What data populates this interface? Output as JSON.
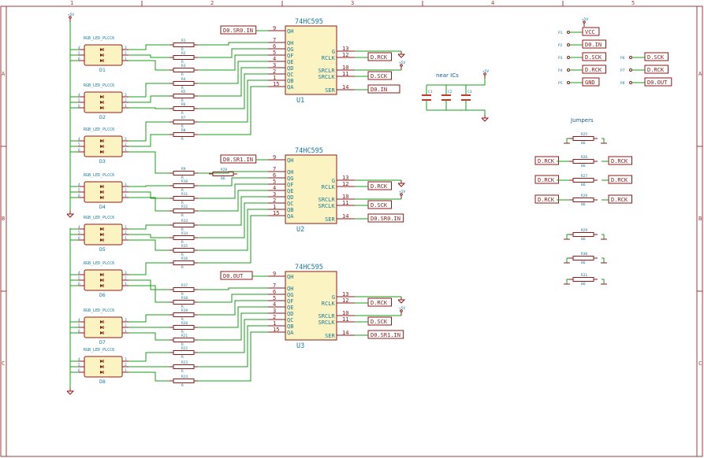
{
  "frame": {
    "columns": [
      "1",
      "2",
      "3",
      "4",
      "5"
    ],
    "rows": [
      "A",
      "B",
      "C"
    ]
  },
  "leds": [
    {
      "ref": "D1",
      "value": "RGB_LED_PLCC6"
    },
    {
      "ref": "D2",
      "value": "RGB_LED_PLCC6"
    },
    {
      "ref": "D3",
      "value": "RGB_LED_PLCC6"
    },
    {
      "ref": "D4",
      "value": "RGB_LED_PLCC6"
    },
    {
      "ref": "D5",
      "value": "RGB_LED_PLCC6"
    },
    {
      "ref": "D6",
      "value": "RGB_LED_PLCC6"
    },
    {
      "ref": "D7",
      "value": "RGB_LED_PLCC6"
    },
    {
      "ref": "D8",
      "value": "RGB_LED_PLCC6"
    }
  ],
  "resistors": [
    "R1",
    "R2",
    "R3",
    "R4",
    "R5",
    "R6",
    "R7",
    "R8",
    "R9",
    "R10",
    "R11",
    "R12",
    "R13",
    "R14",
    "R15",
    "R16",
    "R17",
    "R18",
    "R19",
    "R20",
    "R21",
    "R22",
    "R23",
    "R24"
  ],
  "ics": [
    {
      "title": "74HC595",
      "ref": "U1",
      "qh_label": "D0.SR0.IN",
      "rck": "D.RCK",
      "sck": "D.SCK",
      "ser": "D0.IN"
    },
    {
      "title": "74HC595",
      "ref": "U2",
      "qh_label": "D0.SR1.IN",
      "rck": "D.RCK",
      "sck": "D.SCK",
      "ser": "D0.SR0.IN"
    },
    {
      "title": "74HC595",
      "ref": "U3",
      "qh_label": "D0.OUT",
      "rck": "D.RCK",
      "sck": "D.SCK",
      "ser": "D0.SR1.IN"
    }
  ],
  "ic_pins_left": [
    {
      "num": "9",
      "name": "QH"
    },
    {
      "num": "7",
      "name": "QH"
    },
    {
      "num": "6",
      "name": "QG"
    },
    {
      "num": "5",
      "name": "QF"
    },
    {
      "num": "4",
      "name": "QE"
    },
    {
      "num": "3",
      "name": "QD"
    },
    {
      "num": "2",
      "name": "QC"
    },
    {
      "num": "1",
      "name": "QB"
    },
    {
      "num": "15",
      "name": "QA"
    }
  ],
  "ic_pins_right": [
    {
      "num": "13",
      "name": "G"
    },
    {
      "num": "12",
      "name": "RCLK"
    },
    {
      "num": "10",
      "name": "SRCLR"
    },
    {
      "num": "11",
      "name": "SRCLK"
    },
    {
      "num": "14",
      "name": "SER"
    }
  ],
  "caps": {
    "note": "near ICs",
    "refs": [
      "C1",
      "C2",
      "C3"
    ]
  },
  "connector": [
    {
      "pin": "P1",
      "label": "VCC"
    },
    {
      "pin": "P2",
      "label": "D0.IN"
    },
    {
      "pin": "P3",
      "label": "D.SCK"
    },
    {
      "pin": "P4",
      "label": "D.RCK"
    },
    {
      "pin": "P5",
      "label": "GND"
    },
    {
      "pin": "P6",
      "label": "D.SCK"
    },
    {
      "pin": "P7",
      "label": "D.RCK"
    },
    {
      "pin": "P8",
      "label": "D0.OUT"
    }
  ],
  "jumpers": {
    "title": "Jumpers",
    "items": [
      {
        "ref": "R25",
        "value": "0Ω"
      },
      {
        "ref": "R26",
        "value": "0Ω",
        "left": "D.RCK",
        "right": "D.RCK"
      },
      {
        "ref": "R27",
        "value": "0Ω",
        "left": "D.RCK",
        "right": "D.RCK"
      },
      {
        "ref": "R28",
        "value": "0Ω",
        "left": "D.RCK",
        "right": "D.RCK"
      },
      {
        "ref": "R29",
        "value": "0Ω"
      },
      {
        "ref": "R30",
        "value": "0Ω"
      },
      {
        "ref": "R31",
        "value": "0Ω"
      }
    ]
  },
  "extra_resistor": {
    "ref": "R28",
    "value": "0Ω"
  }
}
